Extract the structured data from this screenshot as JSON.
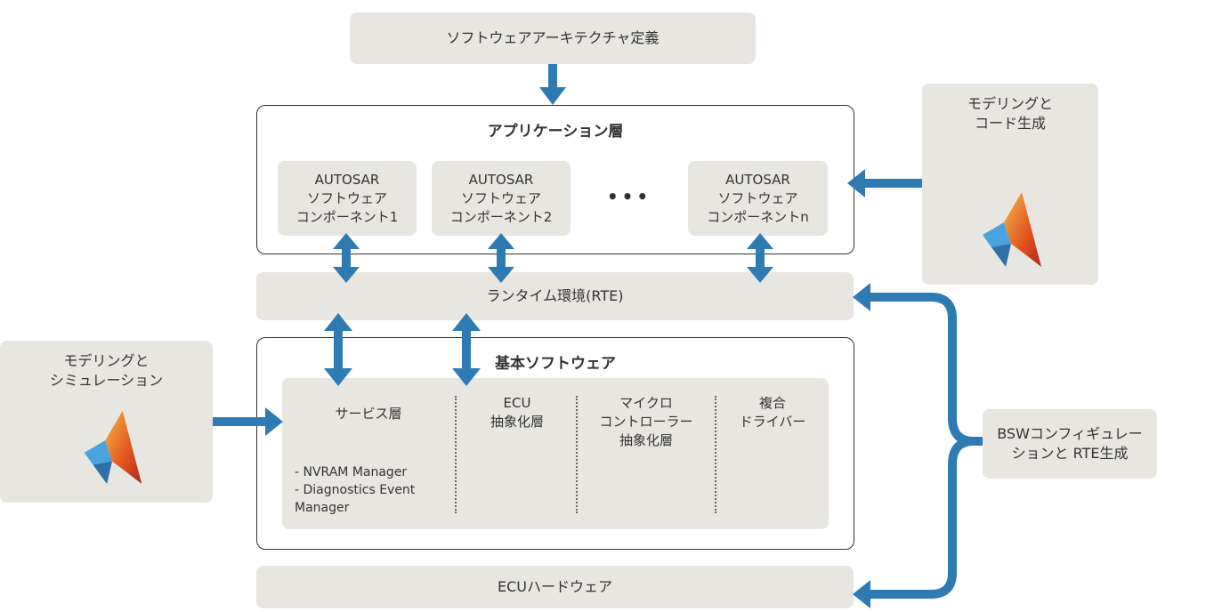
{
  "top_box": "ソフトウェアアーキテクチャ定義",
  "application_layer": {
    "title": "アプリケーション層",
    "components": [
      "AUTOSAR\nソフトウェア\nコンポーネント1",
      "AUTOSAR\nソフトウェア\nコンポーネント2",
      "AUTOSAR\nソフトウェア\nコンポーネントn"
    ],
    "ellipsis": "•••"
  },
  "rte": "ランタイム環境(RTE)",
  "basic_software": {
    "title": "基本ソフトウェア",
    "columns": {
      "service": "サービス層",
      "service_items": "- NVRAM Manager\n- Diagnostics Event\n  Manager",
      "ecu": "ECU\n抽象化層",
      "mcu": "マイクロ\nコントローラー\n抽象化層",
      "complex": "複合\nドライバー"
    }
  },
  "hardware": "ECUハードウェア",
  "modeling_codegen": "モデリングと\nコード生成",
  "modeling_sim": "モデリングと\nシミュレーション",
  "bsw_config": "BSWコンフィギュレー\nションと RTE生成",
  "colors": {
    "arrow": "#2e7bb4",
    "box": "#e8e6e1",
    "frame": "#333333"
  },
  "icons": [
    "matlab-logo-icon"
  ]
}
